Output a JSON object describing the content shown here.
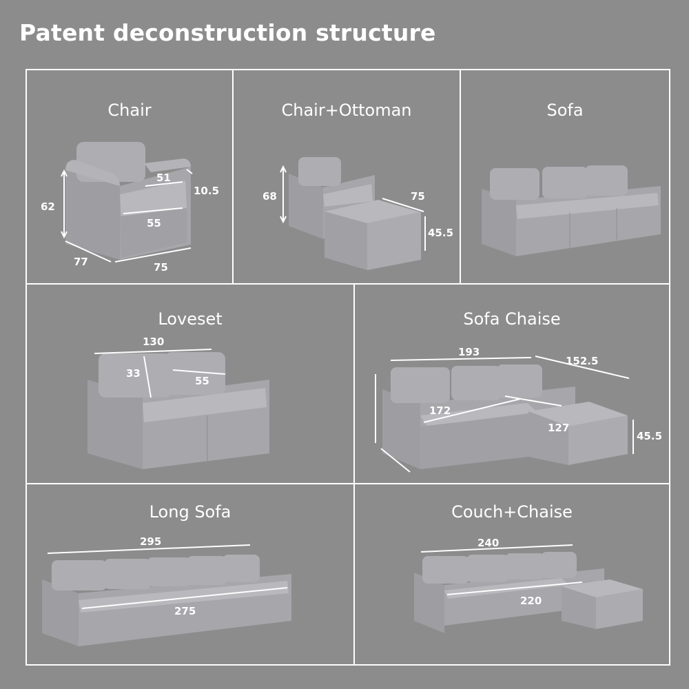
{
  "title": "Patent deconstruction structure",
  "colors": {
    "background": "#8c8c8c",
    "lines": "#ffffff",
    "fabric": "#a3a3a8",
    "fabric_dark": "#8e8e93"
  },
  "panels": {
    "chair": {
      "title": "Chair",
      "dims": {
        "height": "62",
        "depth": "77",
        "width": "75",
        "inner": "51",
        "seat": "55",
        "arm": "10.5"
      }
    },
    "chair_ottoman": {
      "title": "Chair+Ottoman",
      "dims": {
        "height": "68",
        "ottoman_width": "75",
        "ottoman_height": "45.5"
      }
    },
    "sofa": {
      "title": "Sofa"
    },
    "loveseat": {
      "title": "Loveset",
      "dims": {
        "width": "130",
        "back": "33",
        "seat": "55"
      }
    },
    "sofa_chaise": {
      "title": "Sofa Chaise",
      "dims": {
        "width": "193",
        "diagonal": "152.5",
        "seat": "172",
        "chaise": "127",
        "chaise_height": "45.5"
      }
    },
    "long_sofa": {
      "title": "Long Sofa",
      "dims": {
        "width": "295",
        "seat": "275"
      }
    },
    "couch_chaise": {
      "title": "Couch+Chaise",
      "dims": {
        "width": "240",
        "seat": "220"
      }
    }
  }
}
